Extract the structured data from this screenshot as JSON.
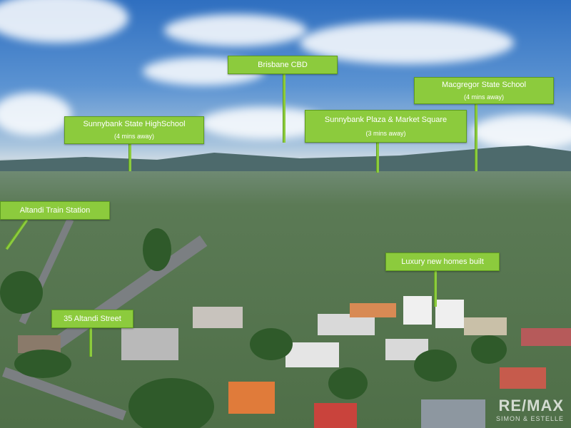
{
  "callouts": {
    "brisbane_cbd": {
      "title": "Brisbane CBD"
    },
    "macgregor": {
      "title": "Macgregor State School",
      "subtitle": "(4 mins away)"
    },
    "sunnybank_high": {
      "title": "Sunnybank State HighSchool",
      "subtitle": "(4 mins away)"
    },
    "sunnybank_plaza": {
      "title": "Sunnybank Plaza & Market Square",
      "subtitle": "(3 mins away)"
    },
    "altandi_station": {
      "title": "Altandi Train Station"
    },
    "luxury_homes": {
      "title": "Luxury new homes built"
    },
    "altandi_street": {
      "title": "35 Altandi Street"
    }
  },
  "watermark": {
    "main": "RE/MAX",
    "sub": "SIMON & ESTELLE"
  },
  "colors": {
    "callout_fill": "#8ccb3d",
    "callout_border": "#5e9c20",
    "sky": "#2f6fc0",
    "foliage": "#2f5a2a"
  }
}
